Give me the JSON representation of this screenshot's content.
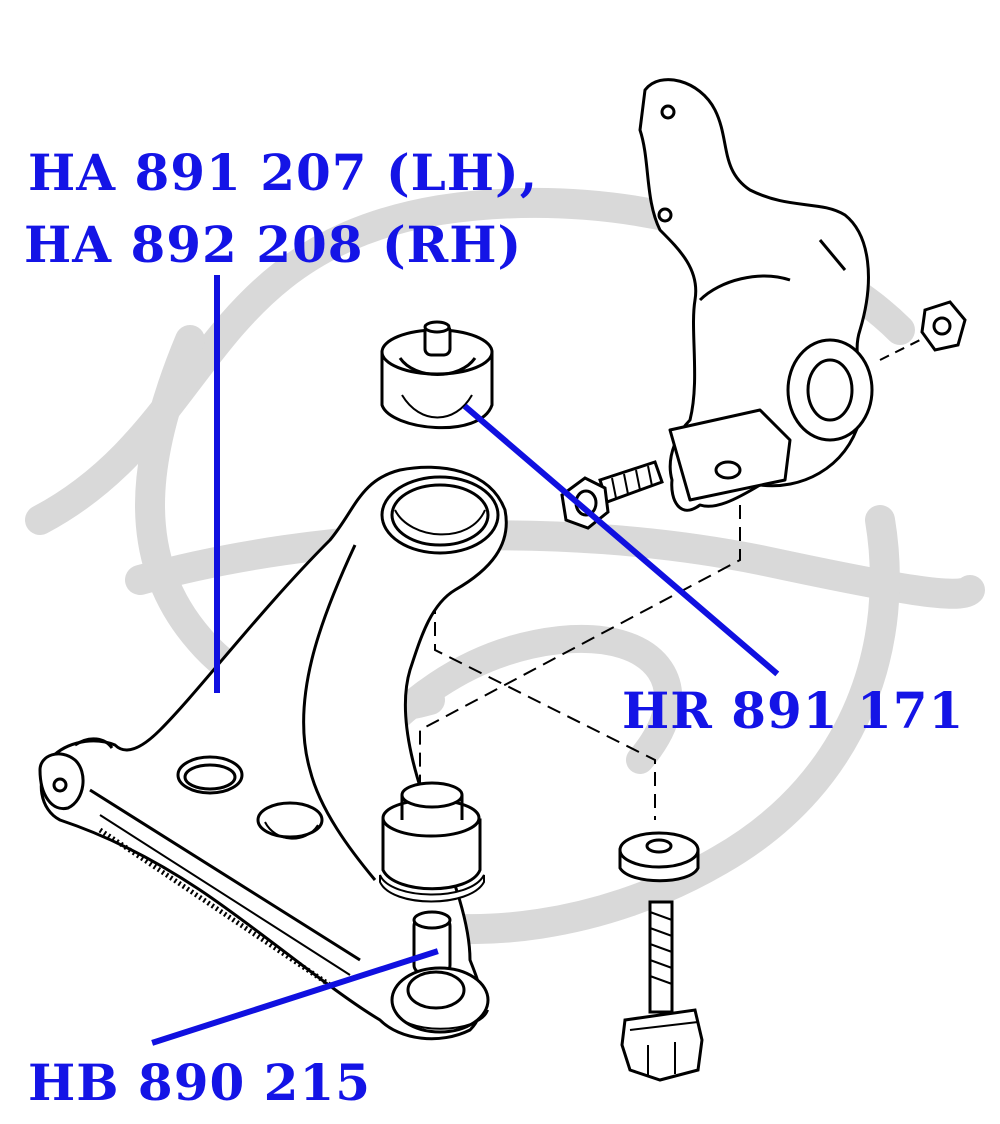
{
  "labels": {
    "arm_line1": "HA 891 207 (LH),",
    "arm_line2": "HA 892 208 (RH)",
    "bushing": "HR 891 171",
    "ball_joint": "HB 890 215"
  },
  "colors": {
    "label": "#1414e6",
    "leader": "#1010e0",
    "linework": "#000000",
    "watermark": "#d9d9d9",
    "background": "#ffffff"
  }
}
